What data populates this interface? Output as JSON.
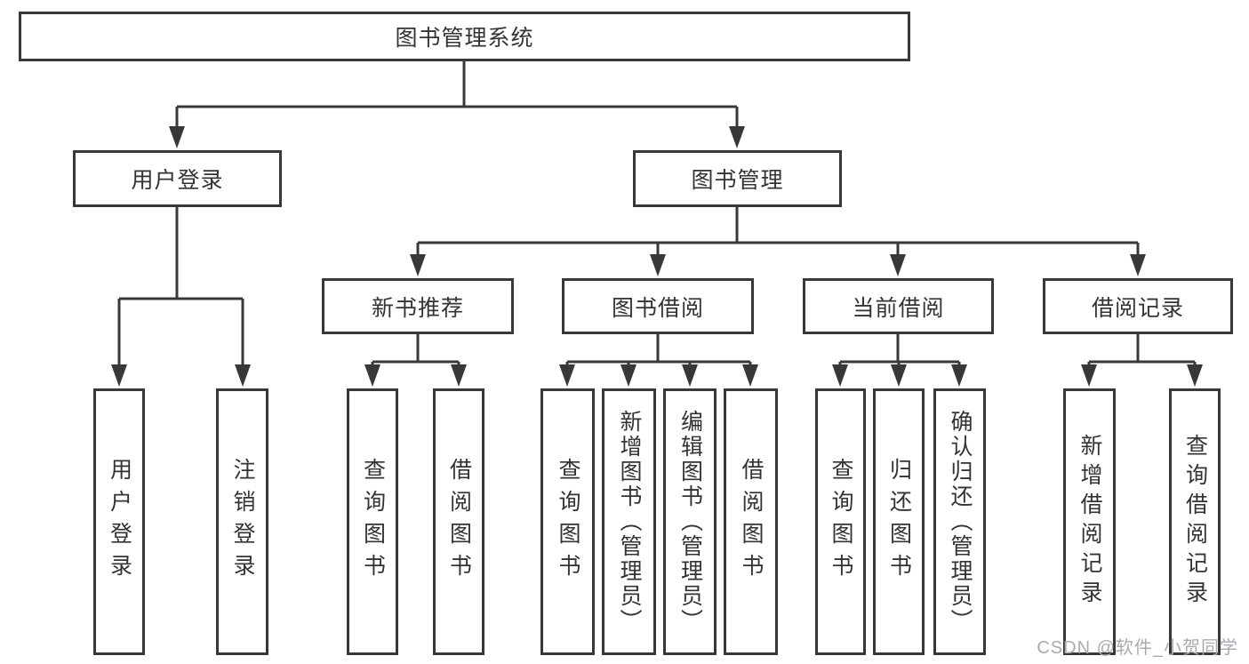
{
  "diagram": {
    "root": "图书管理系统",
    "level1": [
      {
        "label": "用户登录",
        "leaves": [
          "用户登录",
          "注销登录"
        ]
      },
      {
        "label": "图书管理",
        "groups": [
          {
            "label": "新书推荐",
            "leaves": [
              "查询图书",
              "借阅图书"
            ]
          },
          {
            "label": "图书借阅",
            "leaves": [
              "查询图书",
              "新增图书（管理员）",
              "编辑图书（管理员）",
              "借阅图书"
            ]
          },
          {
            "label": "当前借阅",
            "leaves": [
              "查询图书",
              "归还图书",
              "确认归还（管理员）"
            ]
          },
          {
            "label": "借阅记录",
            "leaves": [
              "新增借阅记录",
              "查询借阅记录"
            ]
          }
        ]
      }
    ]
  },
  "watermark": "CSDN @软件_小贺同学",
  "colors": {
    "line": "#383838",
    "text": "#333333",
    "background": "#ffffff",
    "watermark": "#a9abb3"
  }
}
